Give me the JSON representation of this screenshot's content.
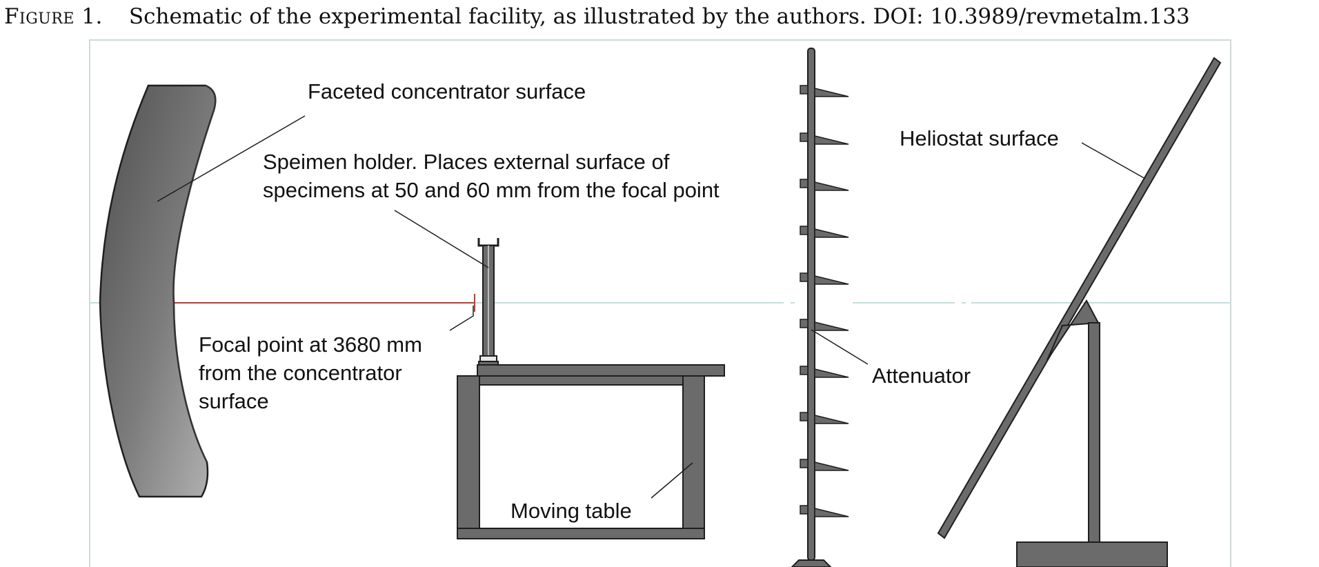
{
  "figure": {
    "label": "Figure 1.",
    "caption": "Schematic of the experimental facility, as illustrated by the authors. DOI: 10.3989/revmetalm.133"
  },
  "labels": {
    "concentrator": "Faceted concentrator surface",
    "holder_line1": "Speimen holder. Places external surface of",
    "holder_line2": "specimens at 50 and 60 mm from the focal point",
    "focal_line1": "Focal point at 3680 mm",
    "focal_line2": "from the concentrator",
    "focal_line3": "surface",
    "heliostat": "Heliostat surface",
    "attenuator": "Attenuator",
    "table": "Moving table"
  },
  "colors": {
    "part_fill": "#6b6b6b",
    "part_stroke": "#1e1e1e",
    "optical_axis": "#bfe0dc",
    "focal_ray": "#c0392b",
    "frame": "#cfd8d8"
  }
}
